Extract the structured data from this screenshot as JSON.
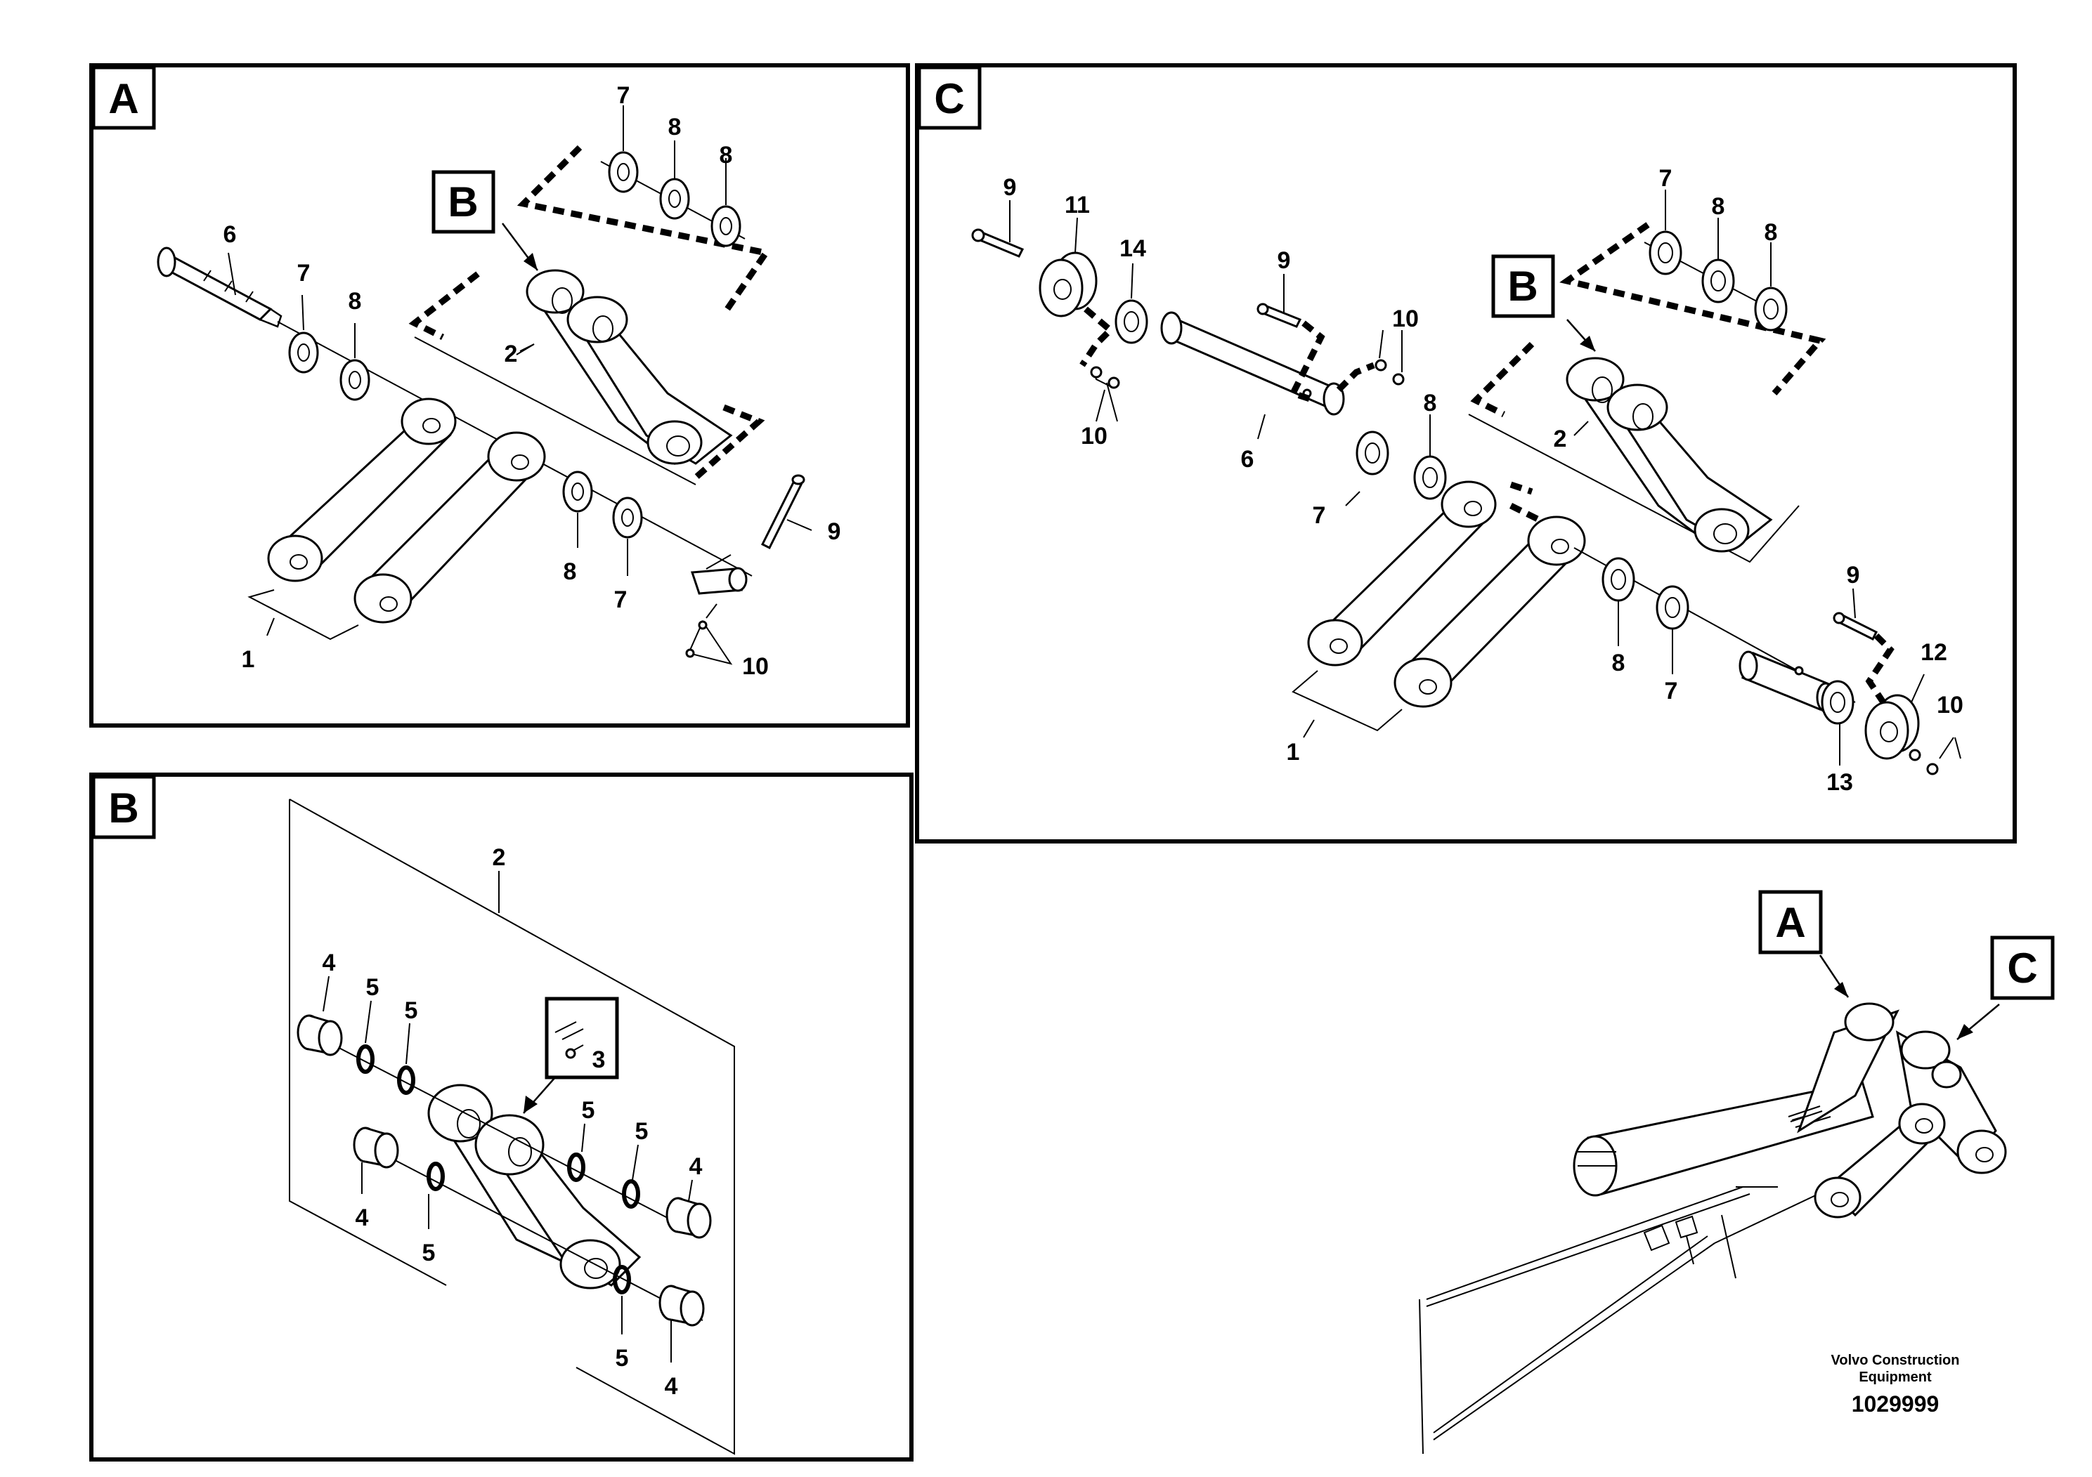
{
  "panels": {
    "A": {
      "label": "A",
      "callouts": {
        "c6": "6",
        "c7a": "7",
        "c8a": "8",
        "c7b": "7",
        "c8b": "8",
        "c8c": "8",
        "c2": "2",
        "c1": "1",
        "c8d": "8",
        "c7c": "7",
        "c9": "9",
        "c10": "10"
      },
      "ref_tag": "B"
    },
    "B": {
      "label": "B",
      "callouts": {
        "c2": "2",
        "c3": "3",
        "c4a": "4",
        "c5a": "5",
        "c5b": "5",
        "c4b": "4",
        "c5c": "5",
        "c5d": "5",
        "c5e": "5",
        "c4c": "4",
        "c5f": "5",
        "c4d": "4"
      }
    },
    "C": {
      "label": "C",
      "callouts": {
        "c9a": "9",
        "c11": "11",
        "c14": "14",
        "c10a": "10",
        "c9b": "9",
        "c10b": "10",
        "c6": "6",
        "c7a": "7",
        "c8a": "8",
        "c7b": "7",
        "c8b": "8",
        "c8c": "8",
        "c2": "2",
        "c1": "1",
        "c8d": "8",
        "c7c": "7",
        "c9c": "9",
        "c12": "12",
        "c10c": "10",
        "c13": "13"
      },
      "ref_tag": "B"
    }
  },
  "overview": {
    "tag_a": "A",
    "tag_c": "C"
  },
  "footer": {
    "brand_line1": "Volvo Construction",
    "brand_line2": "Equipment",
    "drawing_number": "1029999"
  }
}
